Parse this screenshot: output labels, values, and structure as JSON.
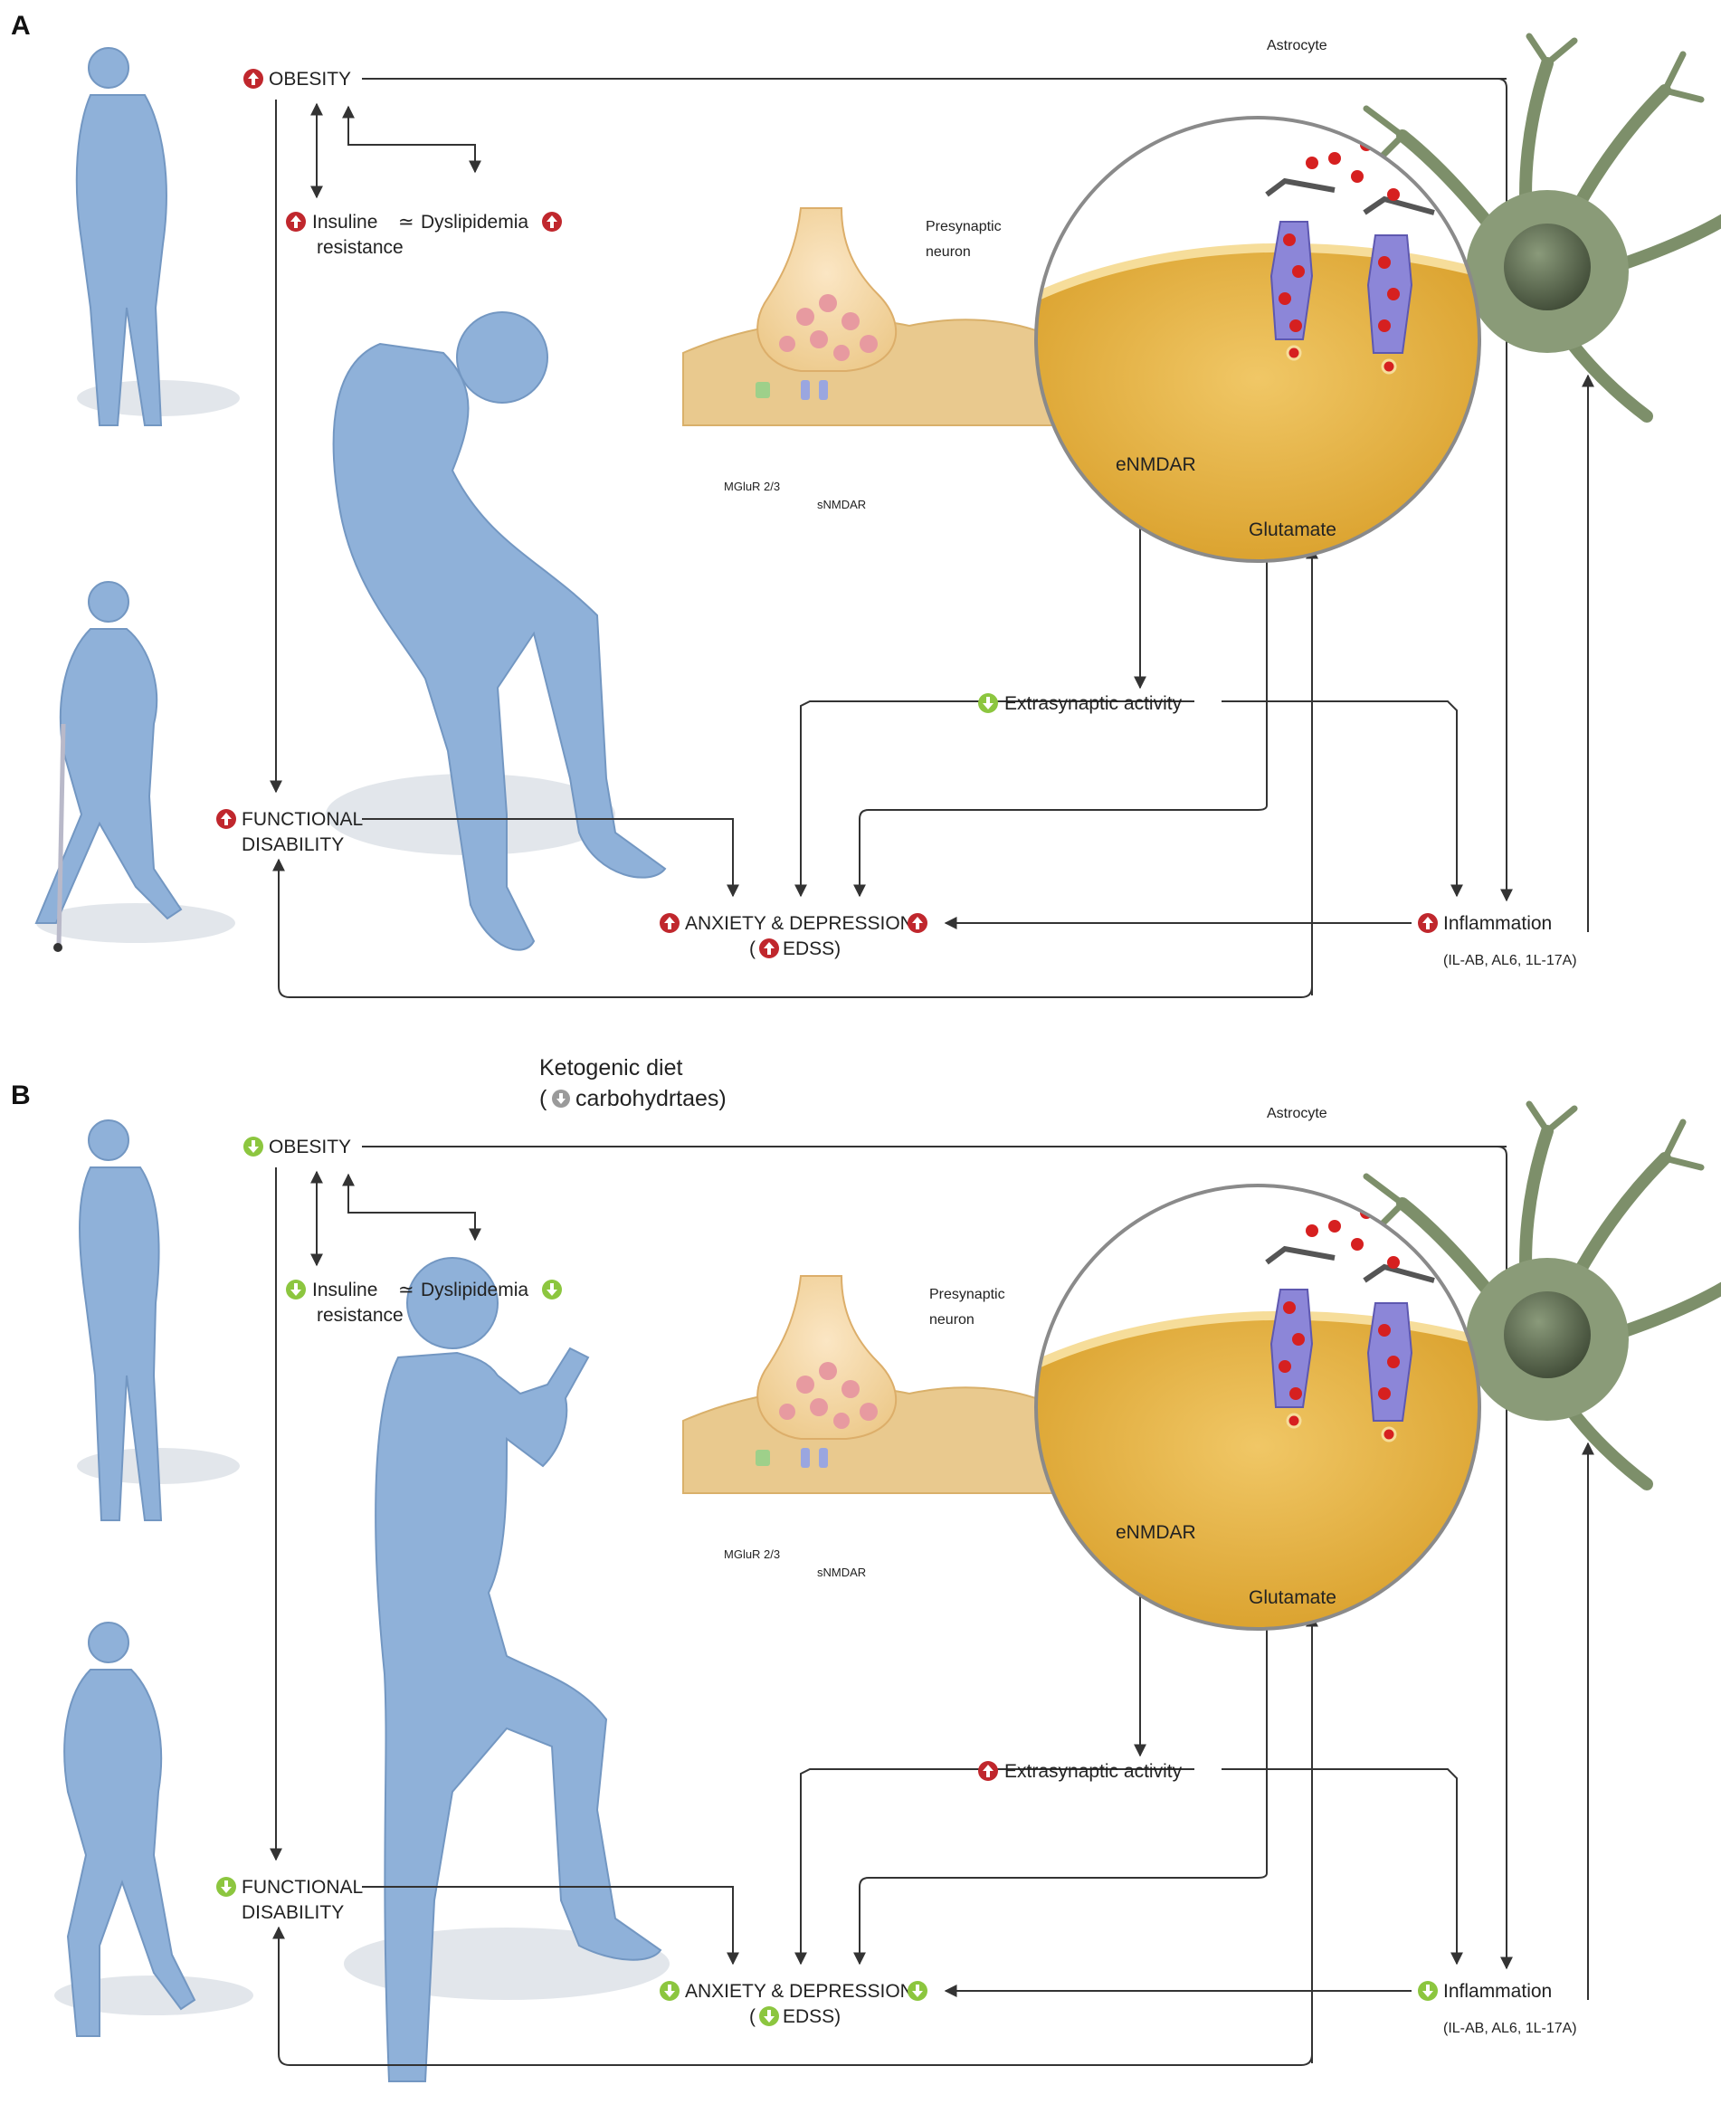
{
  "panels": [
    {
      "letter": "A",
      "diet_title": "",
      "diet_sub": "",
      "obesity": "OBESITY",
      "insuline": "Insuline",
      "resistance": "resistance",
      "approx": "≃",
      "dyslipidemia": "Dyslipidemia",
      "functional": "FUNCTIONAL",
      "disability": "DISABILITY",
      "anxiety": "ANXIETY & DEPRESSION",
      "edss_open": "(",
      "edss": "EDSS)",
      "extrasynaptic": "Extrasynaptic activity",
      "inflammation": "Inflammation",
      "cytokines": "(IL-AB, AL6, 1L-17A)",
      "astrocyte": "Astrocyte",
      "presynaptic_1": "Presynaptic",
      "presynaptic_2": "neuron",
      "mglur": "MGluR 2/3",
      "snmdar": "sNMDAR",
      "enmdar": "eNMDAR",
      "glutamate": "Glutamate"
    },
    {
      "letter": "B",
      "diet_title": "Ketogenic diet",
      "diet_sub": "carbohydrtaes)",
      "obesity": "OBESITY",
      "insuline": "Insuline",
      "resistance": "resistance",
      "approx": "≃",
      "dyslipidemia": "Dyslipidemia",
      "functional": "FUNCTIONAL",
      "disability": "DISABILITY",
      "anxiety": "ANXIETY & DEPRESSION",
      "edss_open": "(",
      "edss": "EDSS)",
      "extrasynaptic": "Extrasynaptic activity",
      "inflammation": "Inflammation",
      "cytokines": "(IL-AB, AL6, 1L-17A)",
      "astrocyte": "Astrocyte",
      "presynaptic_1": "Presynaptic",
      "presynaptic_2": "neuron",
      "mglur": "MGluR 2/3",
      "snmdar": "sNMDAR",
      "enmdar": "eNMDAR",
      "glutamate": "Glutamate"
    }
  ],
  "colors": {
    "increase": "#c0272d",
    "decrease": "#8cc63f",
    "neutral": "#9a9a9a",
    "figure": "#8fb1d9",
    "astrocyte": "#7d8f6a",
    "synapse": "#e0ac3a"
  },
  "icons": {
    "up": "up-arrow-circle-icon",
    "down": "down-arrow-circle-icon"
  }
}
